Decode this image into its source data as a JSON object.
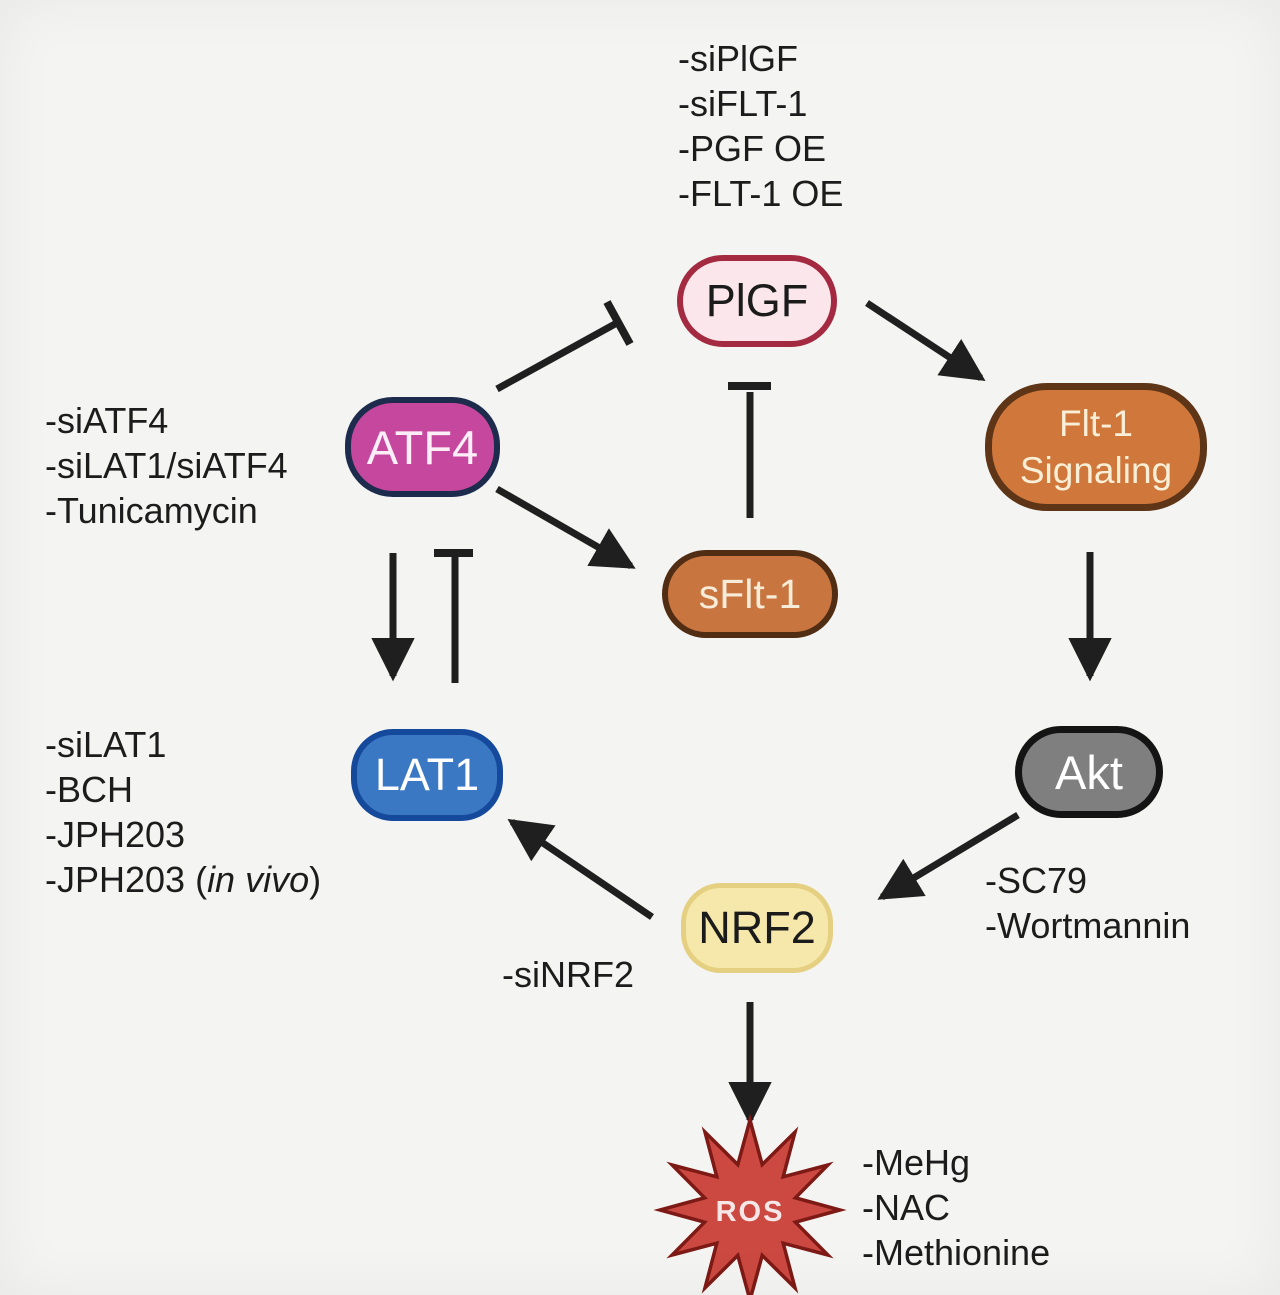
{
  "diagram": {
    "type": "signaling-pathway",
    "background_color": "#f4f4f2",
    "edge_color": "#1f1f1f"
  },
  "nodes": {
    "plgf": {
      "label": "PlGF",
      "fill": "#fbe7eb",
      "border": "#a32a40",
      "text_color": "#1b1b1b"
    },
    "atf4": {
      "label": "ATF4",
      "fill": "#c6489e",
      "border": "#1d2b4d",
      "text_color": "#fdeef8"
    },
    "flt1": {
      "label_line1": "Flt-1",
      "label_line2": "Signaling",
      "fill": "#d0773c",
      "border": "#5e3517",
      "text_color": "#f9efd6"
    },
    "sflt1": {
      "label": "sFlt-1",
      "fill": "#c97540",
      "border": "#502d13",
      "text_color": "#f7ecd8"
    },
    "lat1": {
      "label": "LAT1",
      "fill": "#3b78c4",
      "border": "#15499b",
      "text_color": "#ffffff"
    },
    "akt": {
      "label": "Akt",
      "fill": "#7f7f7f",
      "border": "#141414",
      "text_color": "#ffffff"
    },
    "nrf2": {
      "label": "NRF2",
      "fill": "#f6e8ab",
      "border": "#e5cf80",
      "text_color": "#1b1b1b"
    },
    "ros": {
      "label": "ROS",
      "fill": "#cb4941",
      "border": "#7e1a16",
      "text_color": "#f6e7e6"
    }
  },
  "annotations": {
    "plgf_treatments": {
      "items": [
        "-siPlGF",
        "-siFLT-1",
        "-PGF OE",
        "-FLT-1 OE"
      ]
    },
    "atf4_treatments": {
      "items": [
        "-siATF4",
        "-siLAT1/siATF4",
        "-Tunicamycin"
      ]
    },
    "lat1_treatments": {
      "items": [
        "-siLAT1",
        "-BCH",
        "-JPH203"
      ],
      "last_item": {
        "prefix": "-JPH203 (",
        "italic": "in vivo",
        "suffix": ")"
      }
    },
    "nrf2_treatment": "-siNRF2",
    "akt_treatments": {
      "items": [
        "-SC79",
        "-Wortmannin"
      ]
    },
    "ros_treatments": {
      "items": [
        "-MeHg",
        "-NAC",
        "-Methionine"
      ]
    }
  },
  "edges": [
    {
      "from": "ATF4",
      "to": "PlGF",
      "effect": "inhibition"
    },
    {
      "from": "sFlt-1",
      "to": "PlGF",
      "effect": "inhibition"
    },
    {
      "from": "PlGF",
      "to": "Flt-1 Signaling",
      "effect": "activation"
    },
    {
      "from": "ATF4",
      "to": "sFlt-1",
      "effect": "activation"
    },
    {
      "from": "ATF4",
      "to": "LAT1",
      "effect": "activation"
    },
    {
      "from": "LAT1",
      "to": "ATF4",
      "effect": "inhibition"
    },
    {
      "from": "Flt-1 Signaling",
      "to": "Akt",
      "effect": "activation"
    },
    {
      "from": "Akt",
      "to": "NRF2",
      "effect": "activation"
    },
    {
      "from": "NRF2",
      "to": "LAT1",
      "effect": "activation"
    },
    {
      "from": "NRF2",
      "to": "ROS",
      "effect": "activation"
    }
  ]
}
